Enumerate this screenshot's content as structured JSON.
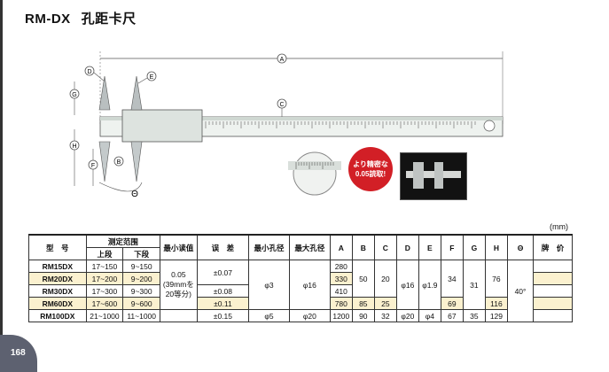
{
  "header": {
    "model_code": "RM-DX",
    "product_name": "孔距卡尺"
  },
  "drawing": {
    "dim_labels": [
      "D",
      "E",
      "A",
      "G",
      "C",
      "H",
      "F",
      "B",
      "Θ"
    ],
    "callout": {
      "line1": "より精密な",
      "line2": "0.05読取!"
    }
  },
  "unit_note": "(mm)",
  "table": {
    "head": {
      "model": "型　号",
      "range": "测定范围",
      "upper": "上段",
      "lower": "下段",
      "min_read": "最小读值",
      "error": "误　差",
      "min_hole": "最小孔径",
      "max_hole": "最大孔径",
      "A": "A",
      "B": "B",
      "C": "C",
      "D": "D",
      "E": "E",
      "F": "F",
      "G": "G",
      "H": "H",
      "theta": "Θ",
      "price": "牌　价"
    },
    "rows": [
      {
        "model": "RM15DX",
        "upper": "17~150",
        "lower": "9~150",
        "A": "280"
      },
      {
        "model": "RM20DX",
        "upper": "17~200",
        "lower": "9~200",
        "A": "330"
      },
      {
        "model": "RM30DX",
        "upper": "17~300",
        "lower": "9~300",
        "A": "410"
      },
      {
        "model": "RM60DX",
        "upper": "17~600",
        "lower": "9~600",
        "A": "780",
        "B": "85",
        "C": "25",
        "F": "69",
        "H": "116"
      },
      {
        "model": "RM100DX",
        "upper": "21~1000",
        "lower": "11~1000",
        "min_read": "",
        "error": "±0.15",
        "min_hole": "φ5",
        "max_hole": "φ20",
        "A": "1200",
        "B": "90",
        "C": "32",
        "D": "φ20",
        "E": "φ4",
        "F": "67",
        "G": "35",
        "H": "129"
      }
    ],
    "merged": {
      "min_read_1": "0.05",
      "min_read_2": "(39mmを",
      "min_read_3": "20等分)",
      "error_1": "±0.07",
      "error_2": "±0.08",
      "error_3": "±0.11",
      "min_hole": "φ3",
      "max_hole": "φ16",
      "B": "50",
      "C": "20",
      "D": "φ16",
      "E": "φ1.9",
      "F": "34",
      "G": "31",
      "H": "76",
      "theta": "40°"
    }
  },
  "page_number": "168"
}
